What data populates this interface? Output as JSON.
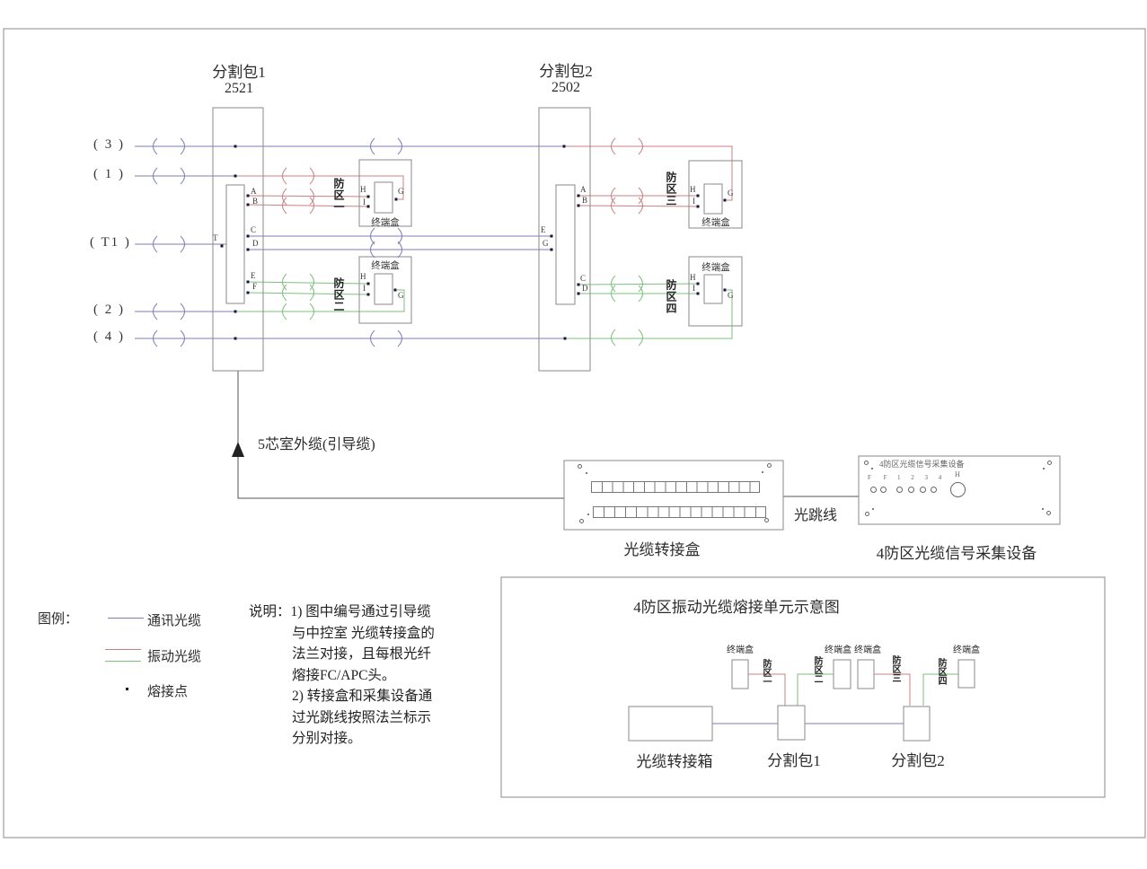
{
  "diagram": {
    "package1": {
      "title": "分割包1",
      "code": "2521",
      "ports": {
        "t": "T",
        "a": "A",
        "b": "B",
        "c": "C",
        "d": "D",
        "e": "E",
        "f": "F"
      }
    },
    "package2": {
      "title": "分割包2",
      "code": "2502",
      "ports_left": {
        "e": "E",
        "g": "G"
      },
      "ports_right": {
        "a": "A",
        "b": "B",
        "c": "C",
        "d": "D"
      }
    },
    "feeders": {
      "f3": "( 3 )",
      "f1": "( 1 )",
      "t1": "( T1 )",
      "f2": "( 2 )",
      "f4": "( 4 )"
    },
    "terminal_box": {
      "label": "终端盒",
      "ports": {
        "h": "H",
        "i": "I",
        "g": "G"
      }
    },
    "zones": {
      "z1": "防区一",
      "z2": "防区二",
      "z3": "防区三",
      "z4": "防区四"
    },
    "cable_note": "5芯室外缆(引导缆)",
    "patch_panel_label": "光缆转接盒",
    "jumper_label": "光跳线",
    "device": {
      "label": "4防区光缆信号采集设备",
      "panel_title": "4防区光缆信号采集设备",
      "port_group_left": "F F",
      "port_group_mid": "1 2 3 4",
      "port_group_right": "H"
    }
  },
  "legend": {
    "title": "图例：",
    "comm": "通讯光缆",
    "vibration": "振动光缆",
    "splice": "熔接点"
  },
  "notes": [
    "说明：1) 图中编号通过引导缆",
    "与中控室  光缆转接盒的",
    "法兰对接，且每根光纤",
    "熔接FC/APC头。",
    "2) 转接盒和采集设备通",
    "过光跳线按照法兰标示",
    "分别对接。"
  ],
  "inset": {
    "title": "4防区振动光缆熔接单元示意图",
    "patch_box": "光缆转接箱",
    "package1": "分割包1",
    "package2": "分割包2",
    "terminal": "终端盒",
    "zones": [
      "防区一",
      "防区二",
      "防区三",
      "防区四"
    ]
  },
  "colors": {
    "comm_cable": "#7d7db5",
    "vibration_red": "#c98080",
    "vibration_green": "#7cc07c",
    "box_stroke": "#8a8a8a"
  }
}
